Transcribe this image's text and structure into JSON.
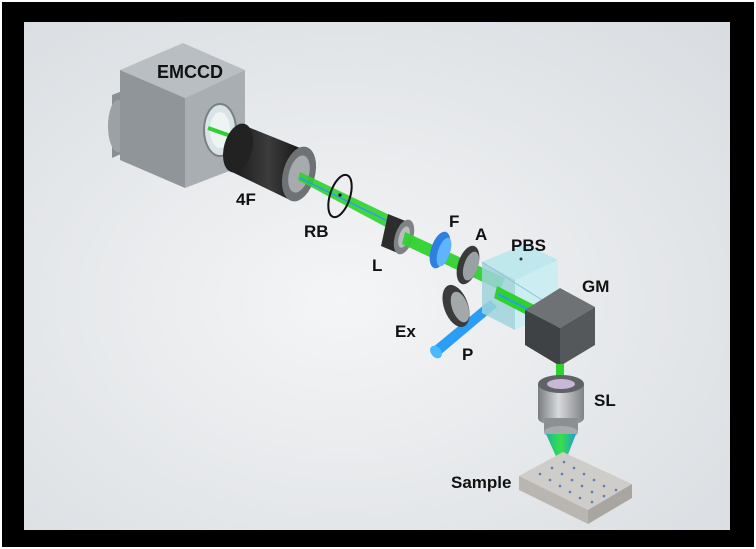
{
  "labels": {
    "emccd": "EMCCD",
    "four_f": "4F",
    "rb": "RB",
    "l": "L",
    "f": "F",
    "a": "A",
    "pbs": "PBS",
    "gm": "GM",
    "ex": "Ex",
    "p": "P",
    "sl": "SL",
    "sample": "Sample"
  },
  "colors": {
    "emission_beam": "#2fd12f",
    "excitation_beam": "#2a9df4",
    "background": "#e6e9ec",
    "border": "#000000"
  }
}
